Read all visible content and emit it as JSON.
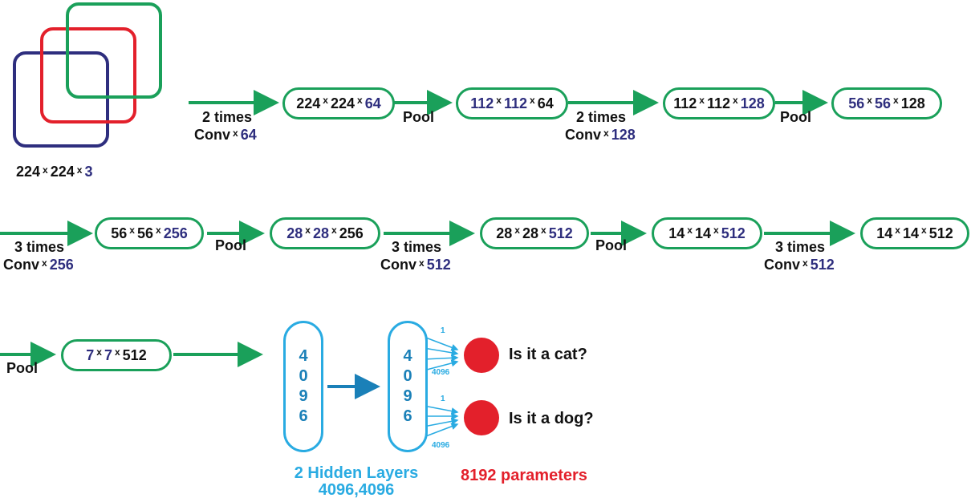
{
  "input_layer": {
    "w": "224",
    "h": "224",
    "c": "3",
    "colors": [
      "#2e2e7e",
      "#e3202b",
      "#1aa05a"
    ]
  },
  "cross": "x",
  "boxes": [
    {
      "a": "224",
      "b": "224",
      "c": "64"
    },
    {
      "a": "112",
      "b": "112",
      "c": "64"
    },
    {
      "a": "112",
      "b": "112",
      "c": "128"
    },
    {
      "a": "56",
      "b": "56",
      "c": "128"
    },
    {
      "a": "56",
      "b": "56",
      "c": "256"
    },
    {
      "a": "28",
      "b": "28",
      "c": "256"
    },
    {
      "a": "28",
      "b": "28",
      "c": "512"
    },
    {
      "a": "14",
      "b": "14",
      "c": "512"
    },
    {
      "a": "14",
      "b": "14",
      "c": "512"
    },
    {
      "a": "7",
      "b": "7",
      "c": "512"
    }
  ],
  "ops": {
    "conv64": {
      "times": "2 times",
      "conv": "Conv",
      "n": "64"
    },
    "pool": "Pool",
    "conv128": {
      "times": "2 times",
      "conv": "Conv",
      "n": "128"
    },
    "conv256": {
      "times": "3 times",
      "conv": "Conv",
      "n": "256"
    },
    "conv512a": {
      "times": "3 times",
      "conv": "Conv",
      "n": "512"
    },
    "conv512b": {
      "times": "3 times",
      "conv": "Conv",
      "n": "512"
    }
  },
  "dense": {
    "digits": [
      "4",
      "0",
      "9",
      "6"
    ],
    "small_one": "1",
    "small_4096": "4096"
  },
  "outputs": {
    "cat": "Is it a cat?",
    "dog": "Is it a dog?"
  },
  "caption_hidden": {
    "line1": "2 Hidden Layers",
    "line2": "4096,4096"
  },
  "caption_params": "8192 parameters",
  "colors": {
    "green": "#1aa05a",
    "navy": "#2e2e7e",
    "blue": "#29abe2",
    "red": "#e3202b"
  }
}
